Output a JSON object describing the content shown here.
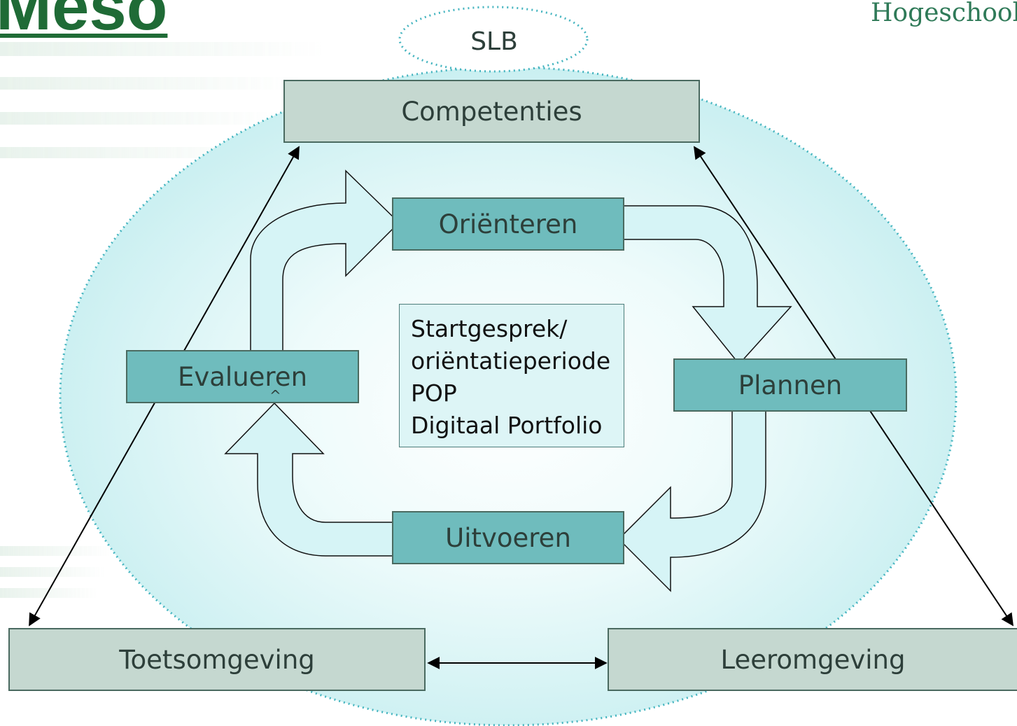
{
  "header": {
    "title_fragment": "Meso",
    "logo_text": "Hogeschool"
  },
  "diagram": {
    "ellipse_label": "SLB",
    "top_box": "Competenties",
    "cycle": {
      "orient": "Oriënteren",
      "plan": "Plannen",
      "execute": "Uitvoeren",
      "evaluate": "Evalueren",
      "evaluate_caret": "^"
    },
    "center_lines": [
      "Startgesprek/",
      "oriëntatieperiode",
      "POP",
      "Digitaal Portfolio"
    ],
    "bottom_left": "Toetsomgeving",
    "bottom_right": "Leeromgeving"
  },
  "colors": {
    "grey_box": "#c5d8d0",
    "teal_box": "#6fbcbd",
    "arrow_fill": "#d6f4f6",
    "ellipse_dots": "#46b5c0",
    "title_green": "#1f6b36"
  }
}
